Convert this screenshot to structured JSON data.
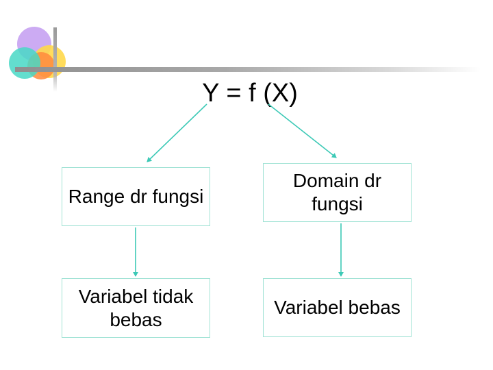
{
  "formula": "Y = f (X)",
  "boxes": {
    "range": "Range dr fungsi",
    "domain": "Domain dr fungsi",
    "dependent": "Variabel tidak bebas",
    "independent": "Variabel bebas"
  },
  "colors": {
    "connector": "#3cc9b6",
    "box_border": "#9fe2d4",
    "logo_purple": "#c9a6f2",
    "logo_orange": "#ff8a3d",
    "logo_yellow": "#ffd84a",
    "logo_teal": "#48d8c6"
  },
  "icons": {
    "logo": "overlapping-circles-logo"
  }
}
